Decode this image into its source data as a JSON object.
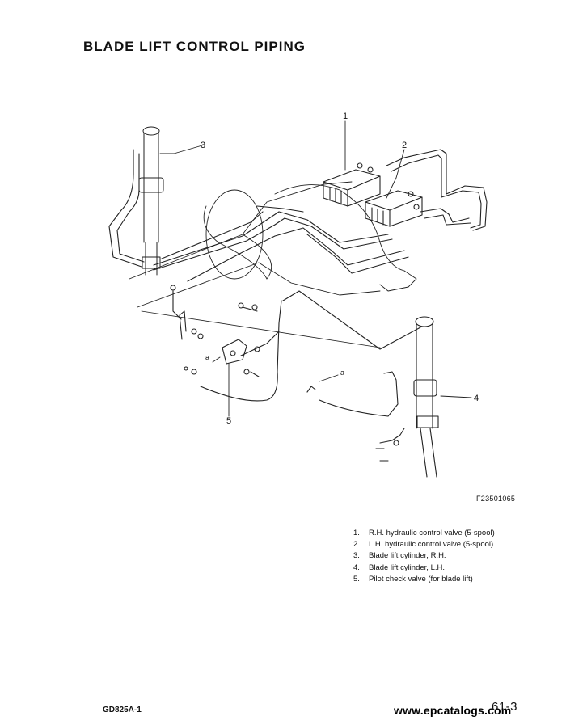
{
  "page": {
    "title": "BLADE LIFT CONTROL PIPING",
    "figure_number": "F23501065",
    "model": "GD825A-1",
    "page_number": "61-3",
    "watermark": "www.epcatalogs.com"
  },
  "callouts": [
    "1",
    "2",
    "3",
    "4",
    "5",
    "a",
    "a"
  ],
  "legend": [
    {
      "num": "1.",
      "text": "R.H. hydraulic control valve (5-spool)"
    },
    {
      "num": "2.",
      "text": "L.H. hydraulic control valve (5-spool)"
    },
    {
      "num": "3.",
      "text": "Blade lift cylinder, R.H."
    },
    {
      "num": "4.",
      "text": "Blade lift cylinder, L.H."
    },
    {
      "num": "5.",
      "text": "Pilot check valve (for blade lift)"
    }
  ]
}
